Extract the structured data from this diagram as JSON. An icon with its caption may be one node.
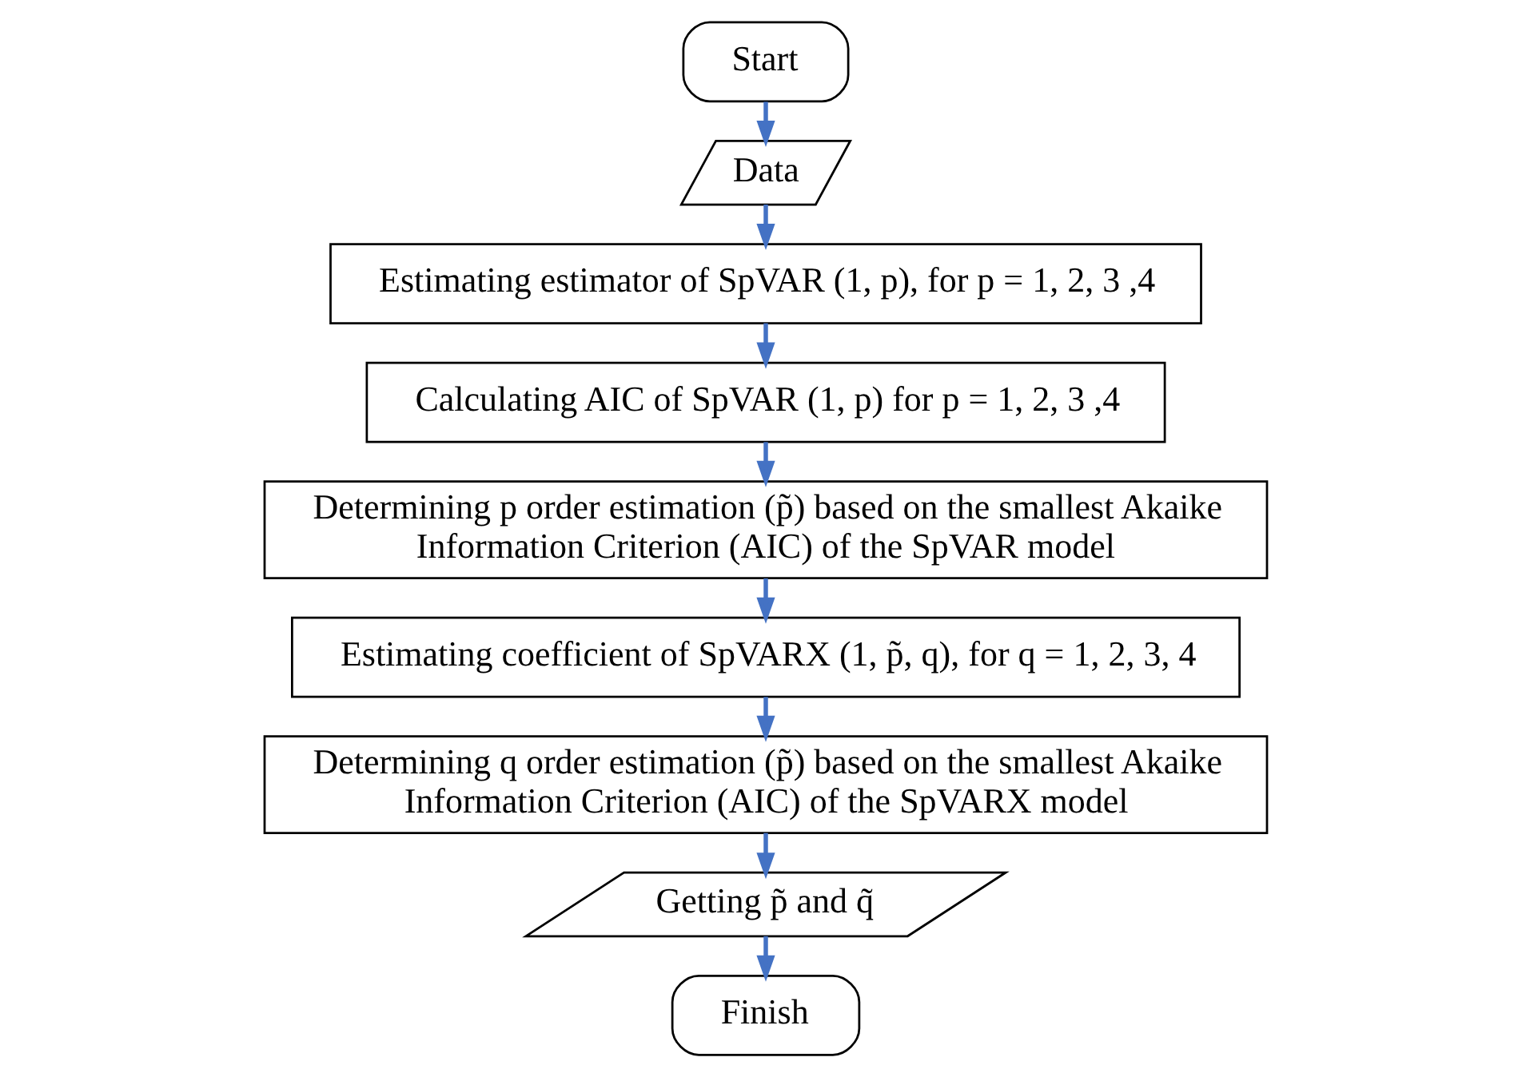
{
  "diagram": {
    "nodes": [
      {
        "text": [
          "Start"
        ]
      },
      {
        "text": [
          "Data"
        ]
      },
      {
        "text": [
          "Estimating estimator of SpVAR (1, *p*), for *p* = 1, 2, 3 ,4"
        ]
      },
      {
        "text": [
          "Calculating AIC of SpVAR (1, *p*) for *p* = 1, 2, 3 ,4"
        ]
      },
      {
        "text": [
          "Determining *p* order estimation (*p̃*) based on the smallest Akaike Information Criterion (AIC) of the SpVAR model"
        ]
      },
      {
        "text": [
          "Estimating coefficient of SpVARX (1, *p̃*, *q*), for *q* = 1, 2, 3, 4"
        ]
      },
      {
        "text": [
          "Determining *q* order estimation (*p̃*) based on the smallest Akaike Information Criterion (AIC) of the SpVARX model"
        ]
      },
      {
        "text": [
          "Getting *p̃* and *q̃*"
        ]
      },
      {
        "text": [
          "Finish"
        ]
      }
    ],
    "edges": [
      {
        "from": 0,
        "to": 1,
        "arrow": "to"
      },
      {
        "from": 1,
        "to": 2,
        "arrow": "to"
      },
      {
        "from": 2,
        "to": 3,
        "arrow": "to"
      },
      {
        "from": 3,
        "to": 4,
        "arrow": "to"
      },
      {
        "from": 4,
        "to": 5,
        "arrow": "to"
      },
      {
        "from": 5,
        "to": 6,
        "arrow": "to"
      },
      {
        "from": 6,
        "to": 7,
        "arrow": "to"
      },
      {
        "from": 7,
        "to": 8,
        "arrow": "to"
      }
    ]
  }
}
